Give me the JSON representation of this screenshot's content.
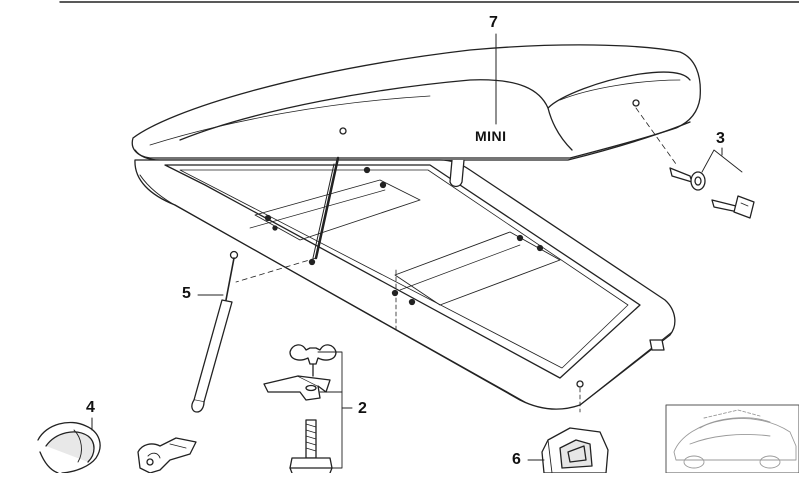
{
  "diagram": {
    "brand_label": "MINI",
    "callouts": [
      {
        "id": "7",
        "part": "roof-box-lid"
      },
      {
        "id": "3",
        "part": "lock-cylinder-and-key"
      },
      {
        "id": "5",
        "part": "gas-strut"
      },
      {
        "id": "2",
        "part": "wing-nut-clamp-bolt"
      },
      {
        "id": "4",
        "part": "tie-down-strap"
      },
      {
        "id": "6",
        "part": "hinge-clip"
      }
    ]
  },
  "colors": {
    "line": "#222222",
    "fill": "#ffffff",
    "shade": "#d9d9d9",
    "thumbnail_line": "#9a9a9a"
  },
  "icons": [
    "roof-box-icon",
    "lock-cylinder-icon",
    "key-icon",
    "gas-strut-icon",
    "wing-nut-icon",
    "clamp-plate-icon",
    "bolt-icon",
    "strap-icon",
    "ratchet-buckle-icon",
    "hinge-clip-icon",
    "car-thumbnail-icon"
  ]
}
